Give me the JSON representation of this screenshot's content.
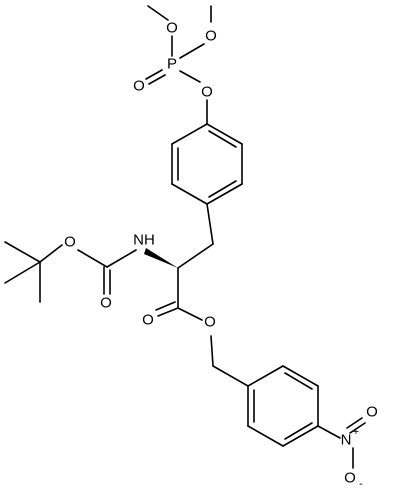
{
  "atoms": [
    {
      "id": "o_me1",
      "text": "O",
      "charge": ""
    },
    {
      "id": "o_me2",
      "text": "O",
      "charge": ""
    },
    {
      "id": "p",
      "text": "P",
      "charge": ""
    },
    {
      "id": "o_pdouble",
      "text": "O",
      "charge": ""
    },
    {
      "id": "o_aryl",
      "text": "O",
      "charge": ""
    },
    {
      "id": "nh",
      "text": "NH",
      "charge": ""
    },
    {
      "id": "o_boc_ether",
      "text": "O",
      "charge": ""
    },
    {
      "id": "o_boc_carbonyl",
      "text": "O",
      "charge": ""
    },
    {
      "id": "o_ester_carbonyl",
      "text": "O",
      "charge": ""
    },
    {
      "id": "o_ester",
      "text": "O",
      "charge": ""
    },
    {
      "id": "n_nitro",
      "text": "N",
      "charge": "+"
    },
    {
      "id": "o_nitro_double",
      "text": "O",
      "charge": ""
    },
    {
      "id": "o_nitro_minus",
      "text": "O",
      "charge": "-"
    }
  ]
}
